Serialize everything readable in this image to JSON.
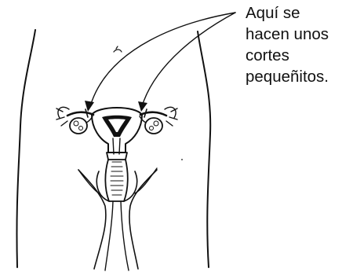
{
  "caption": {
    "line1": "Aquí se",
    "line2": "hacen unos",
    "line3": "cortes",
    "line4": "pequeñitos."
  },
  "colors": {
    "ink": "#111111",
    "background": "#ffffff"
  }
}
